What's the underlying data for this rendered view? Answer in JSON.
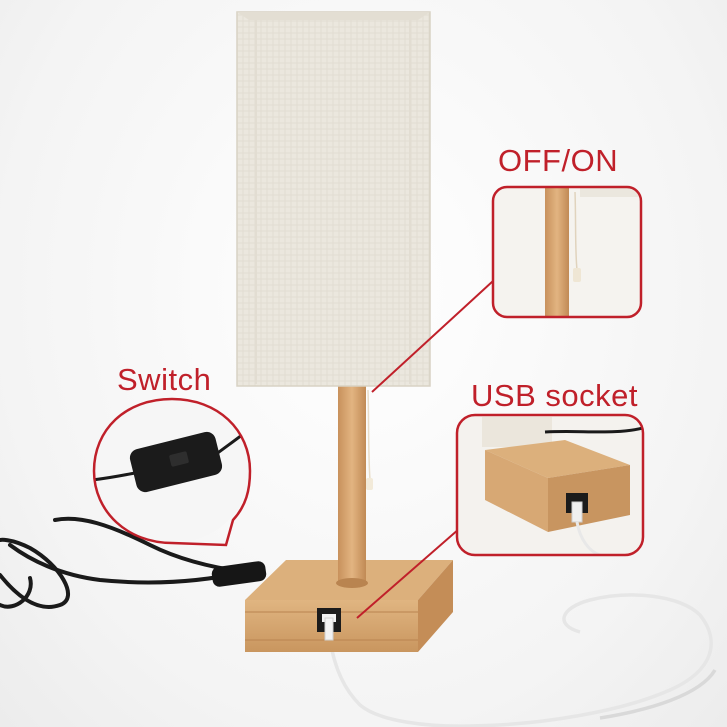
{
  "callouts": {
    "off_on": {
      "label": "OFF/ON",
      "color": "#c0202a"
    },
    "switch": {
      "label": "Switch",
      "color": "#c0202a"
    },
    "usb_socket": {
      "label": "USB socket",
      "color": "#c0202a"
    }
  },
  "product": {
    "shade_color": "#ece8df",
    "wood_color": "#d6a673",
    "cord_color": "#1a1a1a",
    "usb_cable_color": "#f4f4f4"
  }
}
